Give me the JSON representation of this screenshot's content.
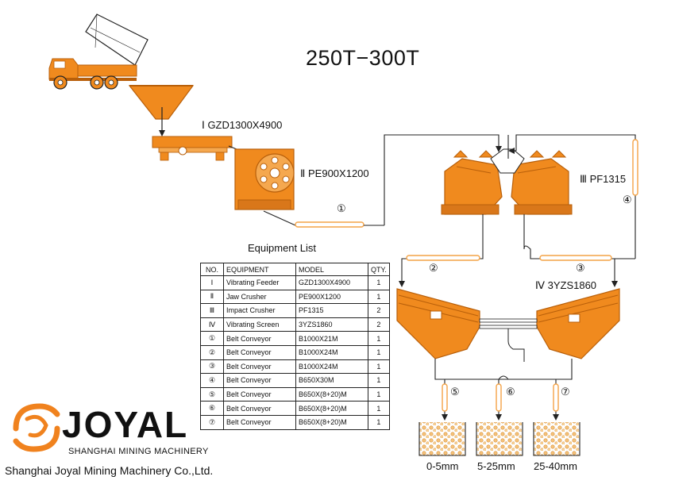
{
  "title": "250T−300T",
  "equipment_labels": {
    "feeder": "Ⅰ  GZD1300X4900",
    "jaw": "Ⅱ  PE900X1200",
    "impact": "Ⅲ  PF1315",
    "screen": "Ⅳ  3YZS1860"
  },
  "conveyor_labels": [
    "①",
    "②",
    "③",
    "④",
    "⑤",
    "⑥",
    "⑦"
  ],
  "products": [
    "0-5mm",
    "5-25mm",
    "25-40mm"
  ],
  "equipment_list": {
    "title": "Equipment List",
    "headers": [
      "NO.",
      "EQUIPMENT",
      "MODEL",
      "QTY."
    ],
    "rows": [
      [
        "Ⅰ",
        "Vibrating Feeder",
        "GZD1300X4900",
        "1"
      ],
      [
        "Ⅱ",
        "Jaw Crusher",
        "PE900X1200",
        "1"
      ],
      [
        "Ⅲ",
        "Impact Crusher",
        "PF1315",
        "2"
      ],
      [
        "Ⅳ",
        "Vibrating Screen",
        "3YZS1860",
        "2"
      ],
      [
        "①",
        "Belt Conveyor",
        "B1000X21M",
        "1"
      ],
      [
        "②",
        "Belt Conveyor",
        "B1000X24M",
        "1"
      ],
      [
        "③",
        "Belt Conveyor",
        "B1000X24M",
        "1"
      ],
      [
        "④",
        "Belt Conveyor",
        "B650X30M",
        "1"
      ],
      [
        "⑤",
        "Belt Conveyor",
        "B650X(8+20)M",
        "1"
      ],
      [
        "⑥",
        "Belt Conveyor",
        "B650X(8+20)M",
        "1"
      ],
      [
        "⑦",
        "Belt Conveyor",
        "B650X(8+20)M",
        "1"
      ]
    ]
  },
  "logo": {
    "name": "JOYAL",
    "subtitle": "SHANGHAI MINING MACHINERY",
    "company": "Shanghai Joyal Mining Machinery Co.,Ltd."
  },
  "colors": {
    "machine": "#F08A1E",
    "machine_dark": "#B85F0A",
    "line": "#222222",
    "logo_orange": "#F0821E",
    "belt_highlight": "#F4A347"
  },
  "icons": [
    "dump-truck-icon",
    "hopper-icon",
    "feeder-icon",
    "jaw-crusher-icon",
    "impact-crusher-icon",
    "vibrating-screen-icon",
    "stockpile-icon",
    "joyal-logo-icon"
  ]
}
